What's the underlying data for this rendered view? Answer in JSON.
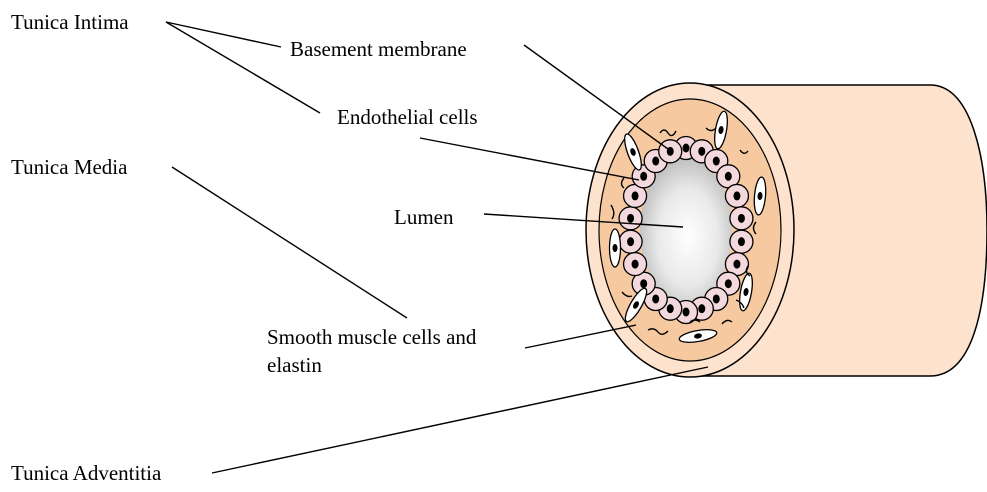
{
  "labels": {
    "tunica_intima": "Tunica Intima",
    "basement_membrane": "Basement membrane",
    "endothelial_cells": "Endothelial cells",
    "tunica_media": "Tunica Media",
    "lumen": "Lumen",
    "smooth_muscle_line1": "Smooth muscle cells and",
    "smooth_muscle_line2": "elastin",
    "tunica_adventitia": "Tunica Adventitia"
  },
  "colors": {
    "adventitia": "#fde3cd",
    "media": "#f6c9a0",
    "endothelial_cell": "#f3d9de",
    "nucleus": "#000000",
    "lumen_center": "#ffffff",
    "lumen_edge": "#b5b5b5",
    "outline": "#000000"
  }
}
